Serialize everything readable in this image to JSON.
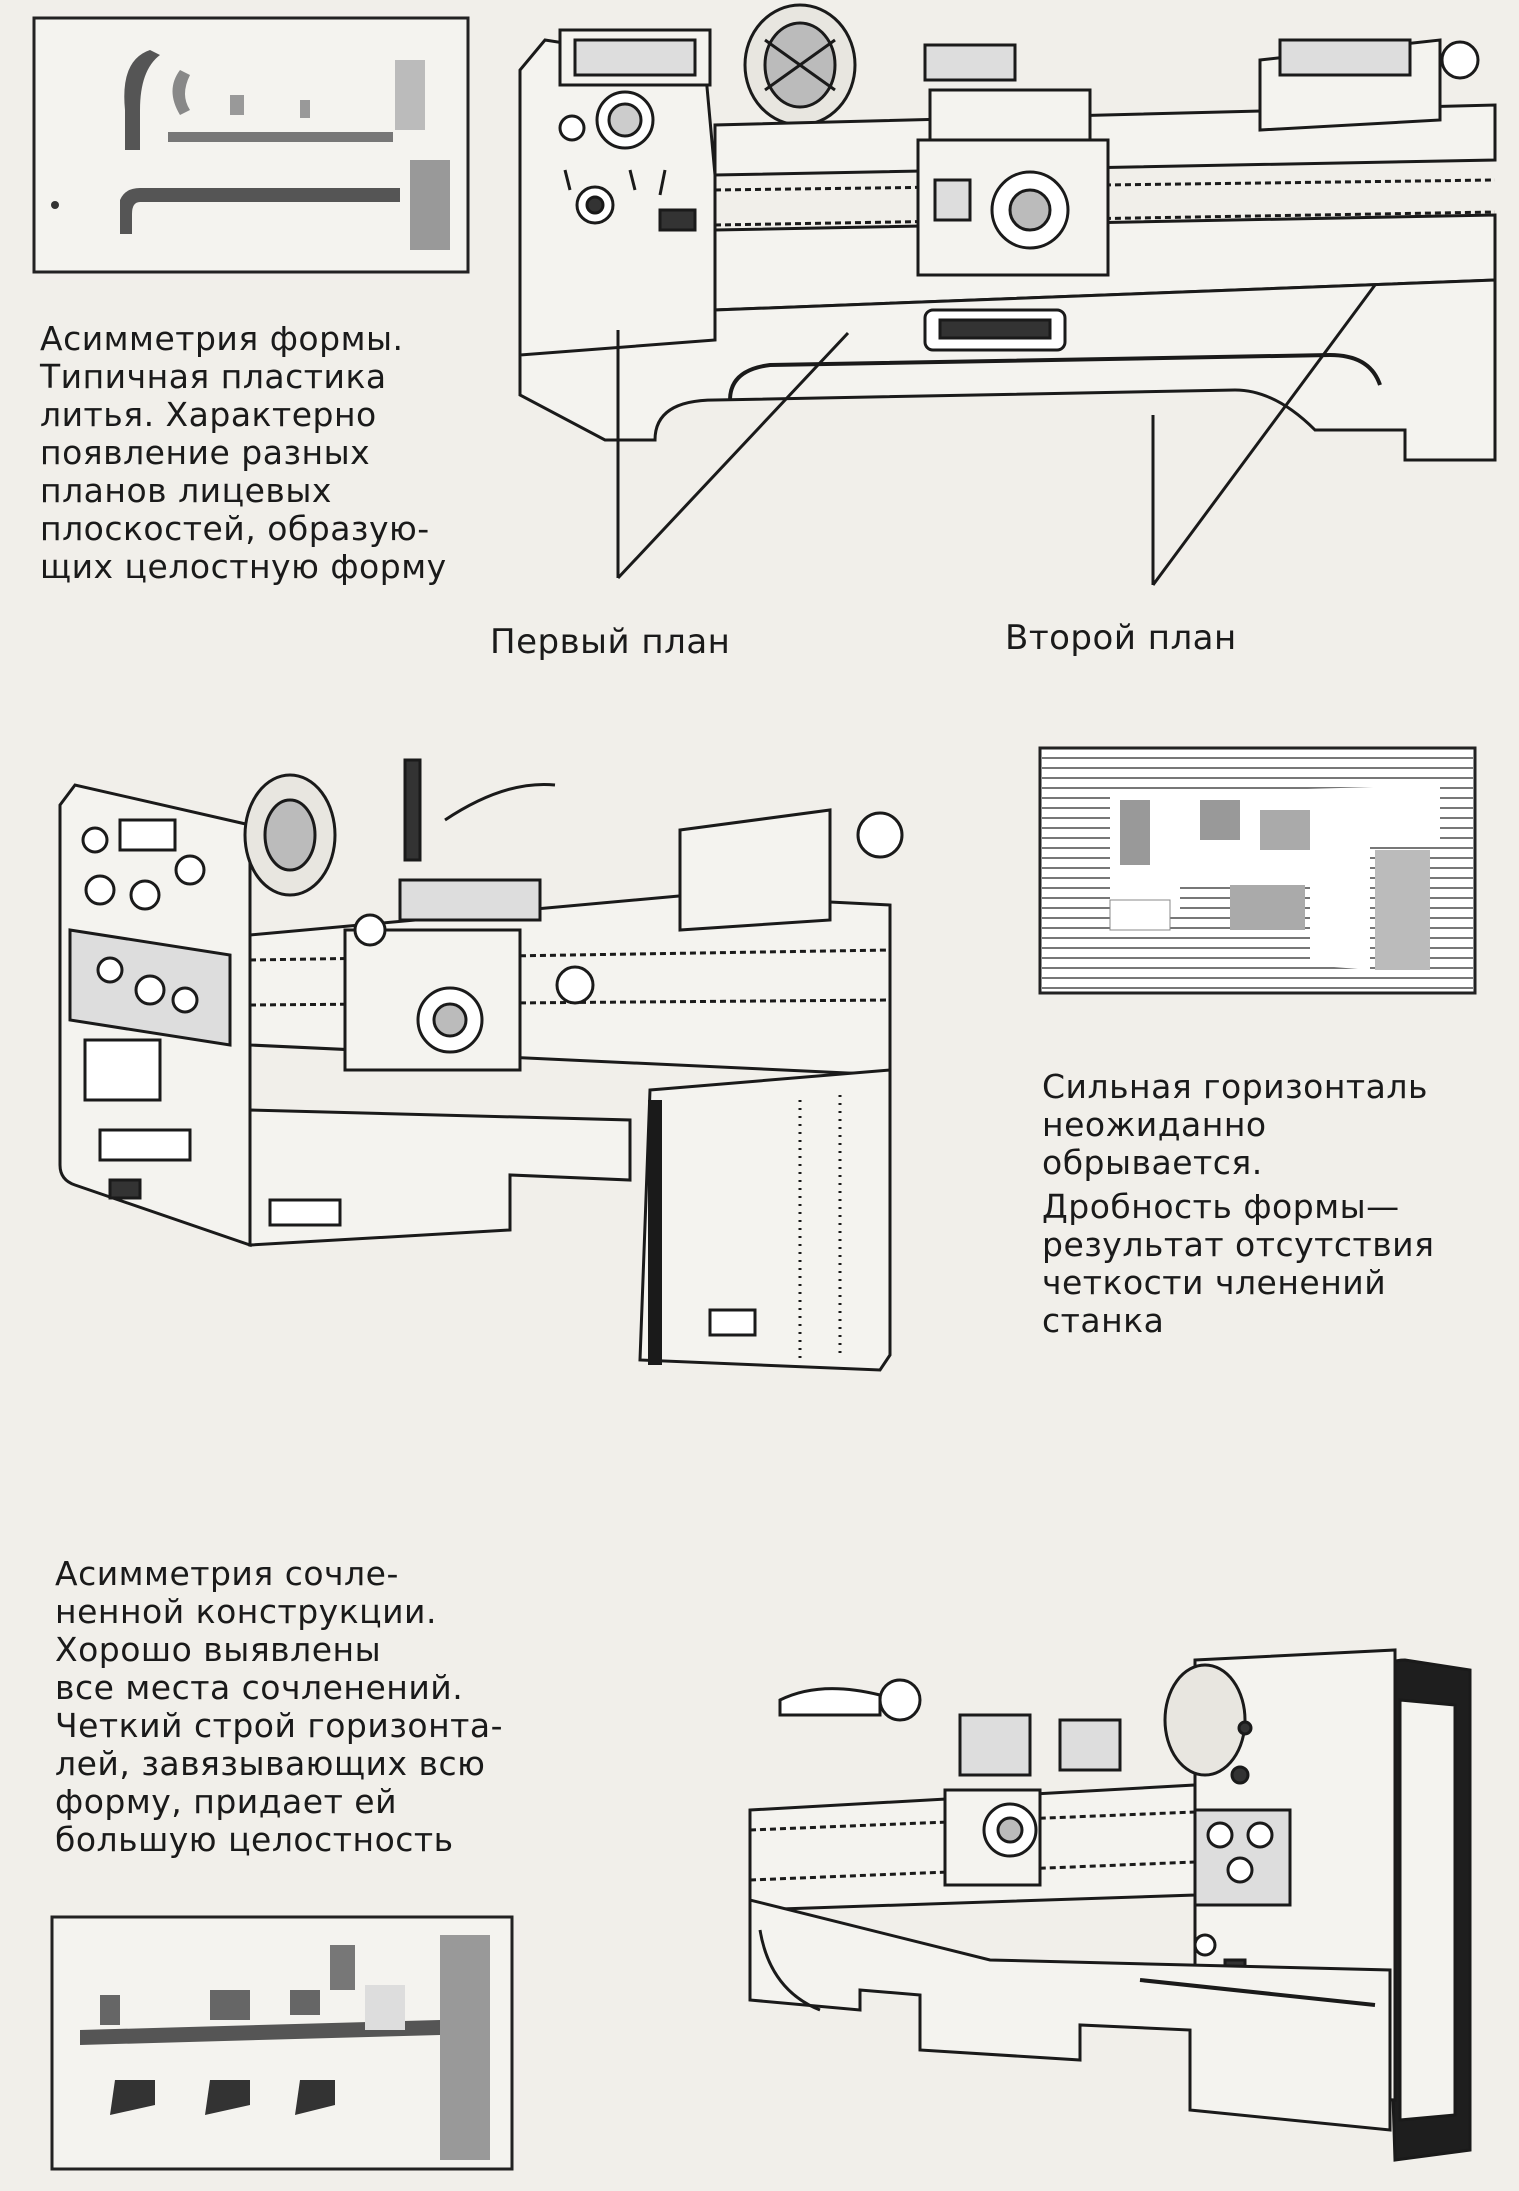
{
  "caption1": {
    "lines": [
      "Асимметрия формы.",
      "Типичная пластика",
      "литья. Характерно",
      "появление разных",
      "планов лицевых",
      "плоскостей, образую-",
      "щих целостную форму"
    ]
  },
  "labels": {
    "first_plan": "Первый план",
    "second_plan": "Второй план"
  },
  "caption2": {
    "lines": [
      "Сильная горизонталь",
      "неожиданно",
      "обрывается.",
      "Дробность формы—",
      "результат отсутствия",
      "четкости членений",
      "станка"
    ]
  },
  "caption3": {
    "lines": [
      "Асимметрия сочле-",
      "ненной конструкции.",
      "Хорошо выявлены",
      "все места сочленений.",
      "Четкий строй горизонта-",
      "лей, завязывающих всю",
      "форму, придает ей",
      "большую целостность"
    ]
  },
  "colors": {
    "paper": "#f1efea",
    "ink": "#1c1c1c"
  }
}
